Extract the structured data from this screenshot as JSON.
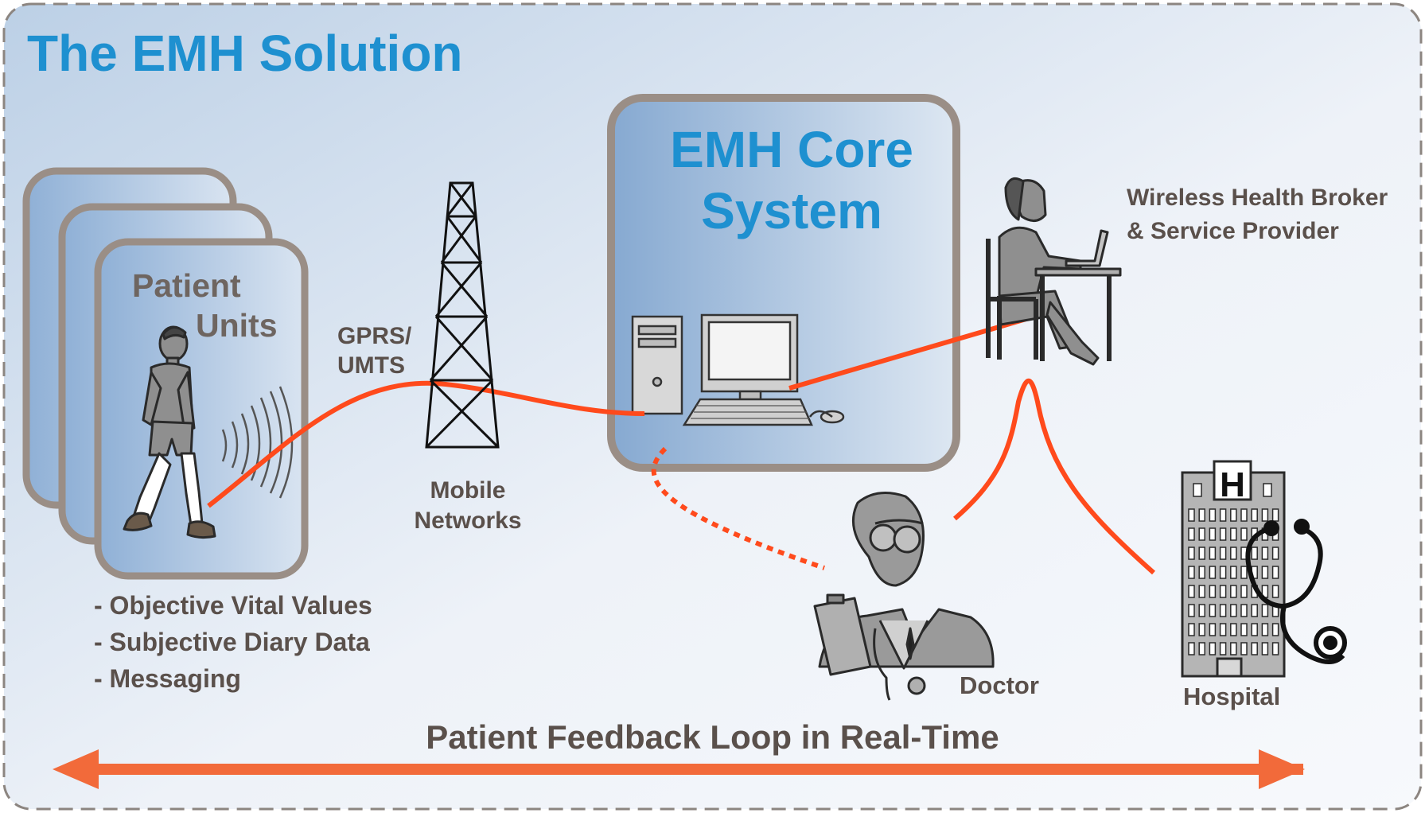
{
  "title": "The EMH Solution",
  "core_system": {
    "line1": "EMH Core",
    "line2": "System"
  },
  "patient_units": {
    "line1": "Patient",
    "line2": "Units",
    "items": [
      "- Objective Vital Values",
      "- Subjective Diary Data",
      "- Messaging"
    ]
  },
  "gprs": {
    "line1": "GPRS/",
    "line2": "UMTS"
  },
  "mobile_networks": {
    "line1": "Mobile",
    "line2": "Networks"
  },
  "broker": {
    "line1": "Wireless Health Broker",
    "line2": "& Service Provider"
  },
  "doctor": "Doctor",
  "hospital": "Hospital",
  "hospital_sign": "H",
  "feedback": "Patient Feedback Loop in Real-Time",
  "colors": {
    "accent_blue": "#1e90d0",
    "link_orange": "#ff4a1c",
    "arrow_orange": "#f26a3a",
    "frame_gray": "#9a8e86",
    "text_gray": "#5a504b"
  }
}
